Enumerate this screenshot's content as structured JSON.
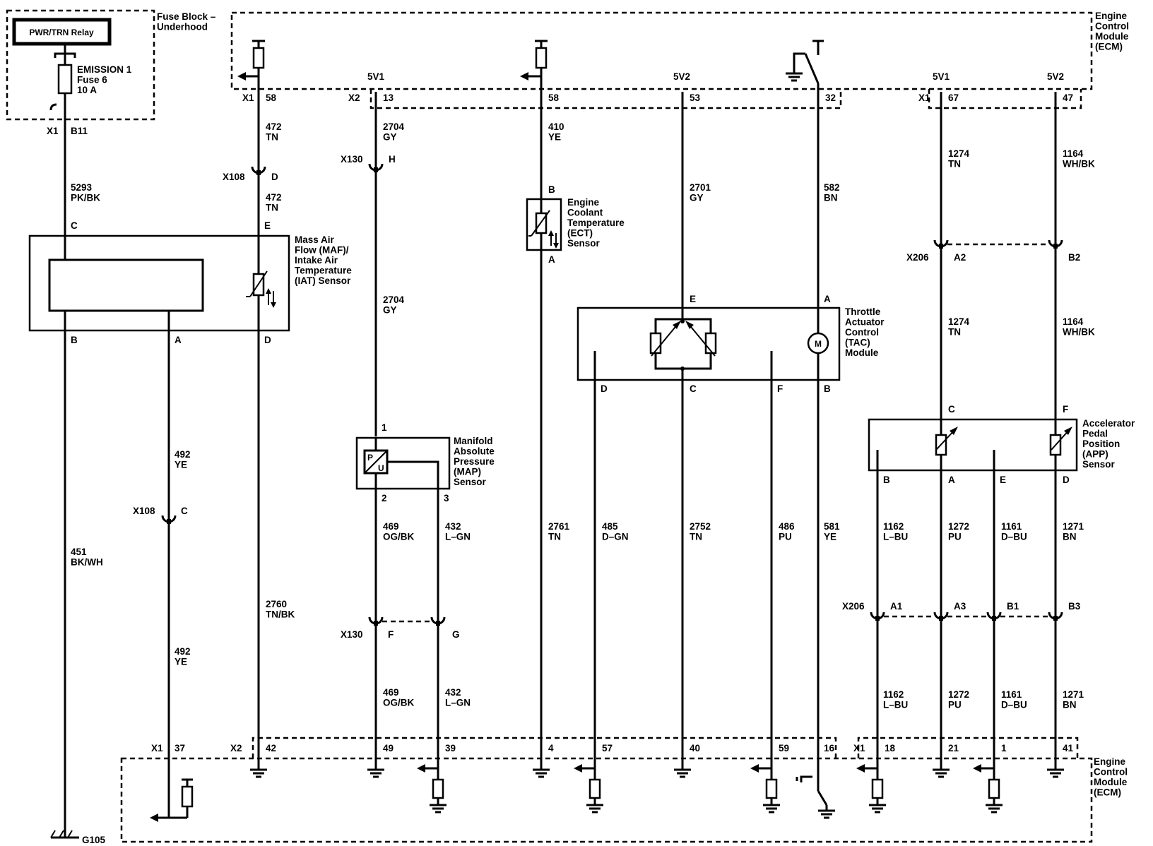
{
  "blocks": {
    "fuse_block": "Fuse Block –\nUnderhood",
    "relay": "PWR/TRN Relay",
    "fuse": "EMISSION 1\nFuse 6\n10 A",
    "ecm_top": "Engine\nControl\nModule\n(ECM)",
    "ecm_bottom": "Engine\nControl\nModule\n(ECM)",
    "ground": "G105"
  },
  "components": {
    "maf": "Mass Air\nFlow (MAF)/\nIntake Air\nTemperature\n(IAT) Sensor",
    "ect": "Engine\nCoolant\nTemperature\n(ECT)\nSensor",
    "map": "Manifold\nAbsolute\nPressure\n(MAP)\nSensor",
    "tac": "Throttle\nActuator\nControl\n(TAC)\nModule",
    "app": "Accelerator\nPedal\nPosition\n(APP)\nSensor",
    "motor": "M",
    "map_p": "P",
    "map_u": "U"
  },
  "references": {
    "v5_1": "5V1",
    "v5_2": "5V2"
  },
  "connectors": {
    "x1": "X1",
    "x2": "X2",
    "x108": "X108",
    "x130": "X130",
    "x206": "X206",
    "top_pins": [
      "58",
      "13",
      "58",
      "53",
      "32",
      "67",
      "47"
    ],
    "b11": "B11",
    "bottom_pins": [
      "37",
      "42",
      "49",
      "39",
      "4",
      "57",
      "40",
      "59",
      "16",
      "18",
      "21",
      "1",
      "41"
    ],
    "maf_pins": [
      "C",
      "E",
      "B",
      "A",
      "D"
    ],
    "ect_pins": [
      "B",
      "A"
    ],
    "map_pins": [
      "1",
      "2",
      "3"
    ],
    "tac_pins": [
      "E",
      "A",
      "D",
      "C",
      "F",
      "B"
    ],
    "app_pins": [
      "C",
      "F",
      "B",
      "A",
      "E",
      "D"
    ],
    "inline_pins": [
      "D",
      "C",
      "H",
      "F",
      "G",
      "A2",
      "B2",
      "A1",
      "A3",
      "B1",
      "B3"
    ]
  },
  "wires": [
    "5293\nPK/BK",
    "451\nBK/WH",
    "472\nTN",
    "472\nTN",
    "2760\nTN/BK",
    "492\nYE",
    "492\nYE",
    "2704\nGY",
    "2704\nGY",
    "469\nOG/BK",
    "469\nOG/BK",
    "432\nL–GN",
    "432\nL–GN",
    "410\nYE",
    "2761\nTN",
    "2701\nGY",
    "485\nD–GN",
    "2752\nTN",
    "486\nPU",
    "582\nBN",
    "581\nYE",
    "1274\nTN",
    "1274\nTN",
    "1164\nWH/BK",
    "1164\nWH/BK",
    "1162\nL–BU",
    "1162\nL–BU",
    "1272\nPU",
    "1272\nPU",
    "1161\nD–BU",
    "1161\nD–BU",
    "1271\nBN",
    "1271\nBN"
  ]
}
